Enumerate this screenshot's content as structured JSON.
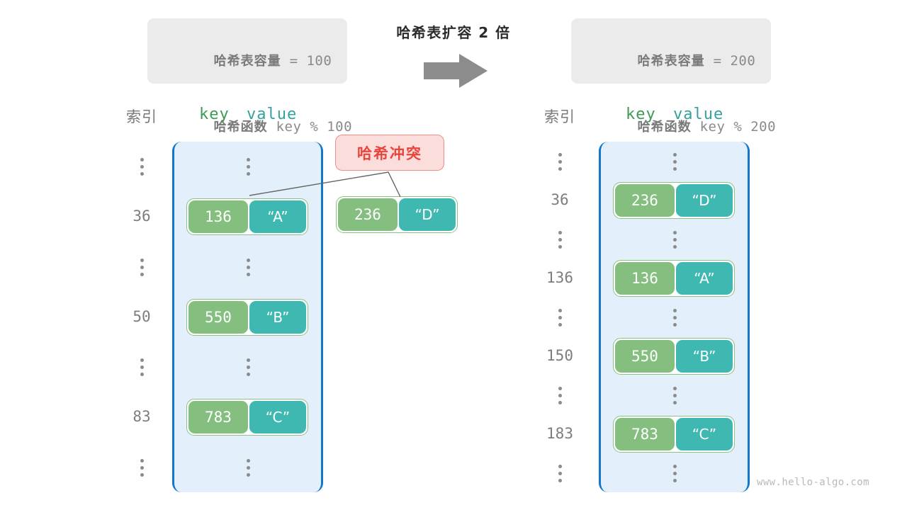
{
  "diagram": {
    "title": "哈希表扩容 2 倍",
    "watermark": "www.hello-algo.com",
    "arrow_color": "#8c8c8c",
    "collision_label": "哈希冲突",
    "colors": {
      "panel_bg": "#ebebeb",
      "bucket_bg": "#e3f0fb",
      "bucket_border": "#1177cc",
      "key_cell": "#84bf7f",
      "value_cell": "#3fb8b2",
      "pair_border": "#8cc182",
      "collision_bg": "#fbdedc",
      "collision_border": "#ef8d87",
      "collision_text": "#e8453c"
    }
  },
  "panel_left": {
    "capacity_label": "哈希表容量",
    "capacity_expr": " = 100",
    "function_label": "哈希函数",
    "function_expr": " key % 100"
  },
  "panel_right": {
    "capacity_label": "哈希表容量",
    "capacity_expr": " = 200",
    "function_label": "哈希函数",
    "function_expr": " key % 200"
  },
  "headers": {
    "index": "索引",
    "key": "key",
    "value": "value"
  },
  "left_table": {
    "rows": [
      {
        "kind": "dots",
        "index": "",
        "key": "",
        "value": ""
      },
      {
        "kind": "entry",
        "index": "36",
        "key": "136",
        "value": "“A”"
      },
      {
        "kind": "dots",
        "index": "",
        "key": "",
        "value": ""
      },
      {
        "kind": "entry",
        "index": "50",
        "key": "550",
        "value": "“B”"
      },
      {
        "kind": "dots",
        "index": "",
        "key": "",
        "value": ""
      },
      {
        "kind": "entry",
        "index": "83",
        "key": "783",
        "value": "“C”"
      },
      {
        "kind": "dots",
        "index": "",
        "key": "",
        "value": ""
      }
    ]
  },
  "overflow_entry": {
    "key": "236",
    "value": "“D”"
  },
  "right_table": {
    "rows": [
      {
        "kind": "dots",
        "index": "",
        "key": "",
        "value": ""
      },
      {
        "kind": "entry",
        "index": "36",
        "key": "236",
        "value": "“D”"
      },
      {
        "kind": "dots",
        "index": "",
        "key": "",
        "value": ""
      },
      {
        "kind": "entry",
        "index": "136",
        "key": "136",
        "value": "“A”"
      },
      {
        "kind": "dots",
        "index": "",
        "key": "",
        "value": ""
      },
      {
        "kind": "entry",
        "index": "150",
        "key": "550",
        "value": "“B”"
      },
      {
        "kind": "dots",
        "index": "",
        "key": "",
        "value": ""
      },
      {
        "kind": "entry",
        "index": "183",
        "key": "783",
        "value": "“C”"
      },
      {
        "kind": "dots",
        "index": "",
        "key": "",
        "value": ""
      }
    ]
  }
}
